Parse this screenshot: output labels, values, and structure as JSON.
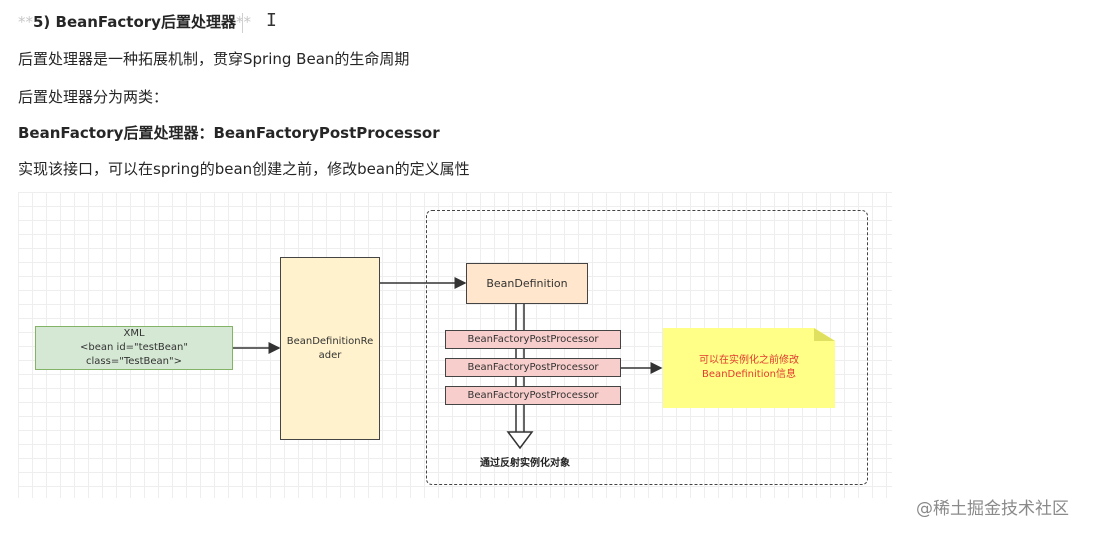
{
  "heading": {
    "md_prefix": "**",
    "text": "5) BeanFactory后置处理器",
    "md_suffix": "**"
  },
  "paragraphs": {
    "intro": "后置处理器是一种拓展机制，贯穿Spring Bean的生命周期",
    "types": "后置处理器分为两类：",
    "bf_title": "BeanFactory后置处理器：BeanFactoryPostProcessor",
    "desc": "实现该接口，可以在spring的bean创建之前，修改bean的定义属性"
  },
  "diagram": {
    "xml": {
      "line1": "XML",
      "line2": "<bean id=\"testBean\" class=\"TestBean\">"
    },
    "reader": "BeanDefinitionReader",
    "bean_definition": "BeanDefinition",
    "processors": [
      "BeanFactoryPostProcessor",
      "BeanFactoryPostProcessor",
      "BeanFactoryPostProcessor"
    ],
    "note": {
      "line1": "可以在实例化之前修改",
      "line2": "BeanDefinition信息"
    },
    "bottom_label": "通过反射实例化对象",
    "colors": {
      "xml": "#d5e8d4",
      "reader": "#fff2cc",
      "bean_definition": "#ffe6cc",
      "processor": "#f8cecc",
      "note": "#ffff88",
      "note_text": "#e23b2e"
    }
  },
  "cursor_icon": "text-cursor-icon",
  "watermark": "@稀土掘金技术社区"
}
